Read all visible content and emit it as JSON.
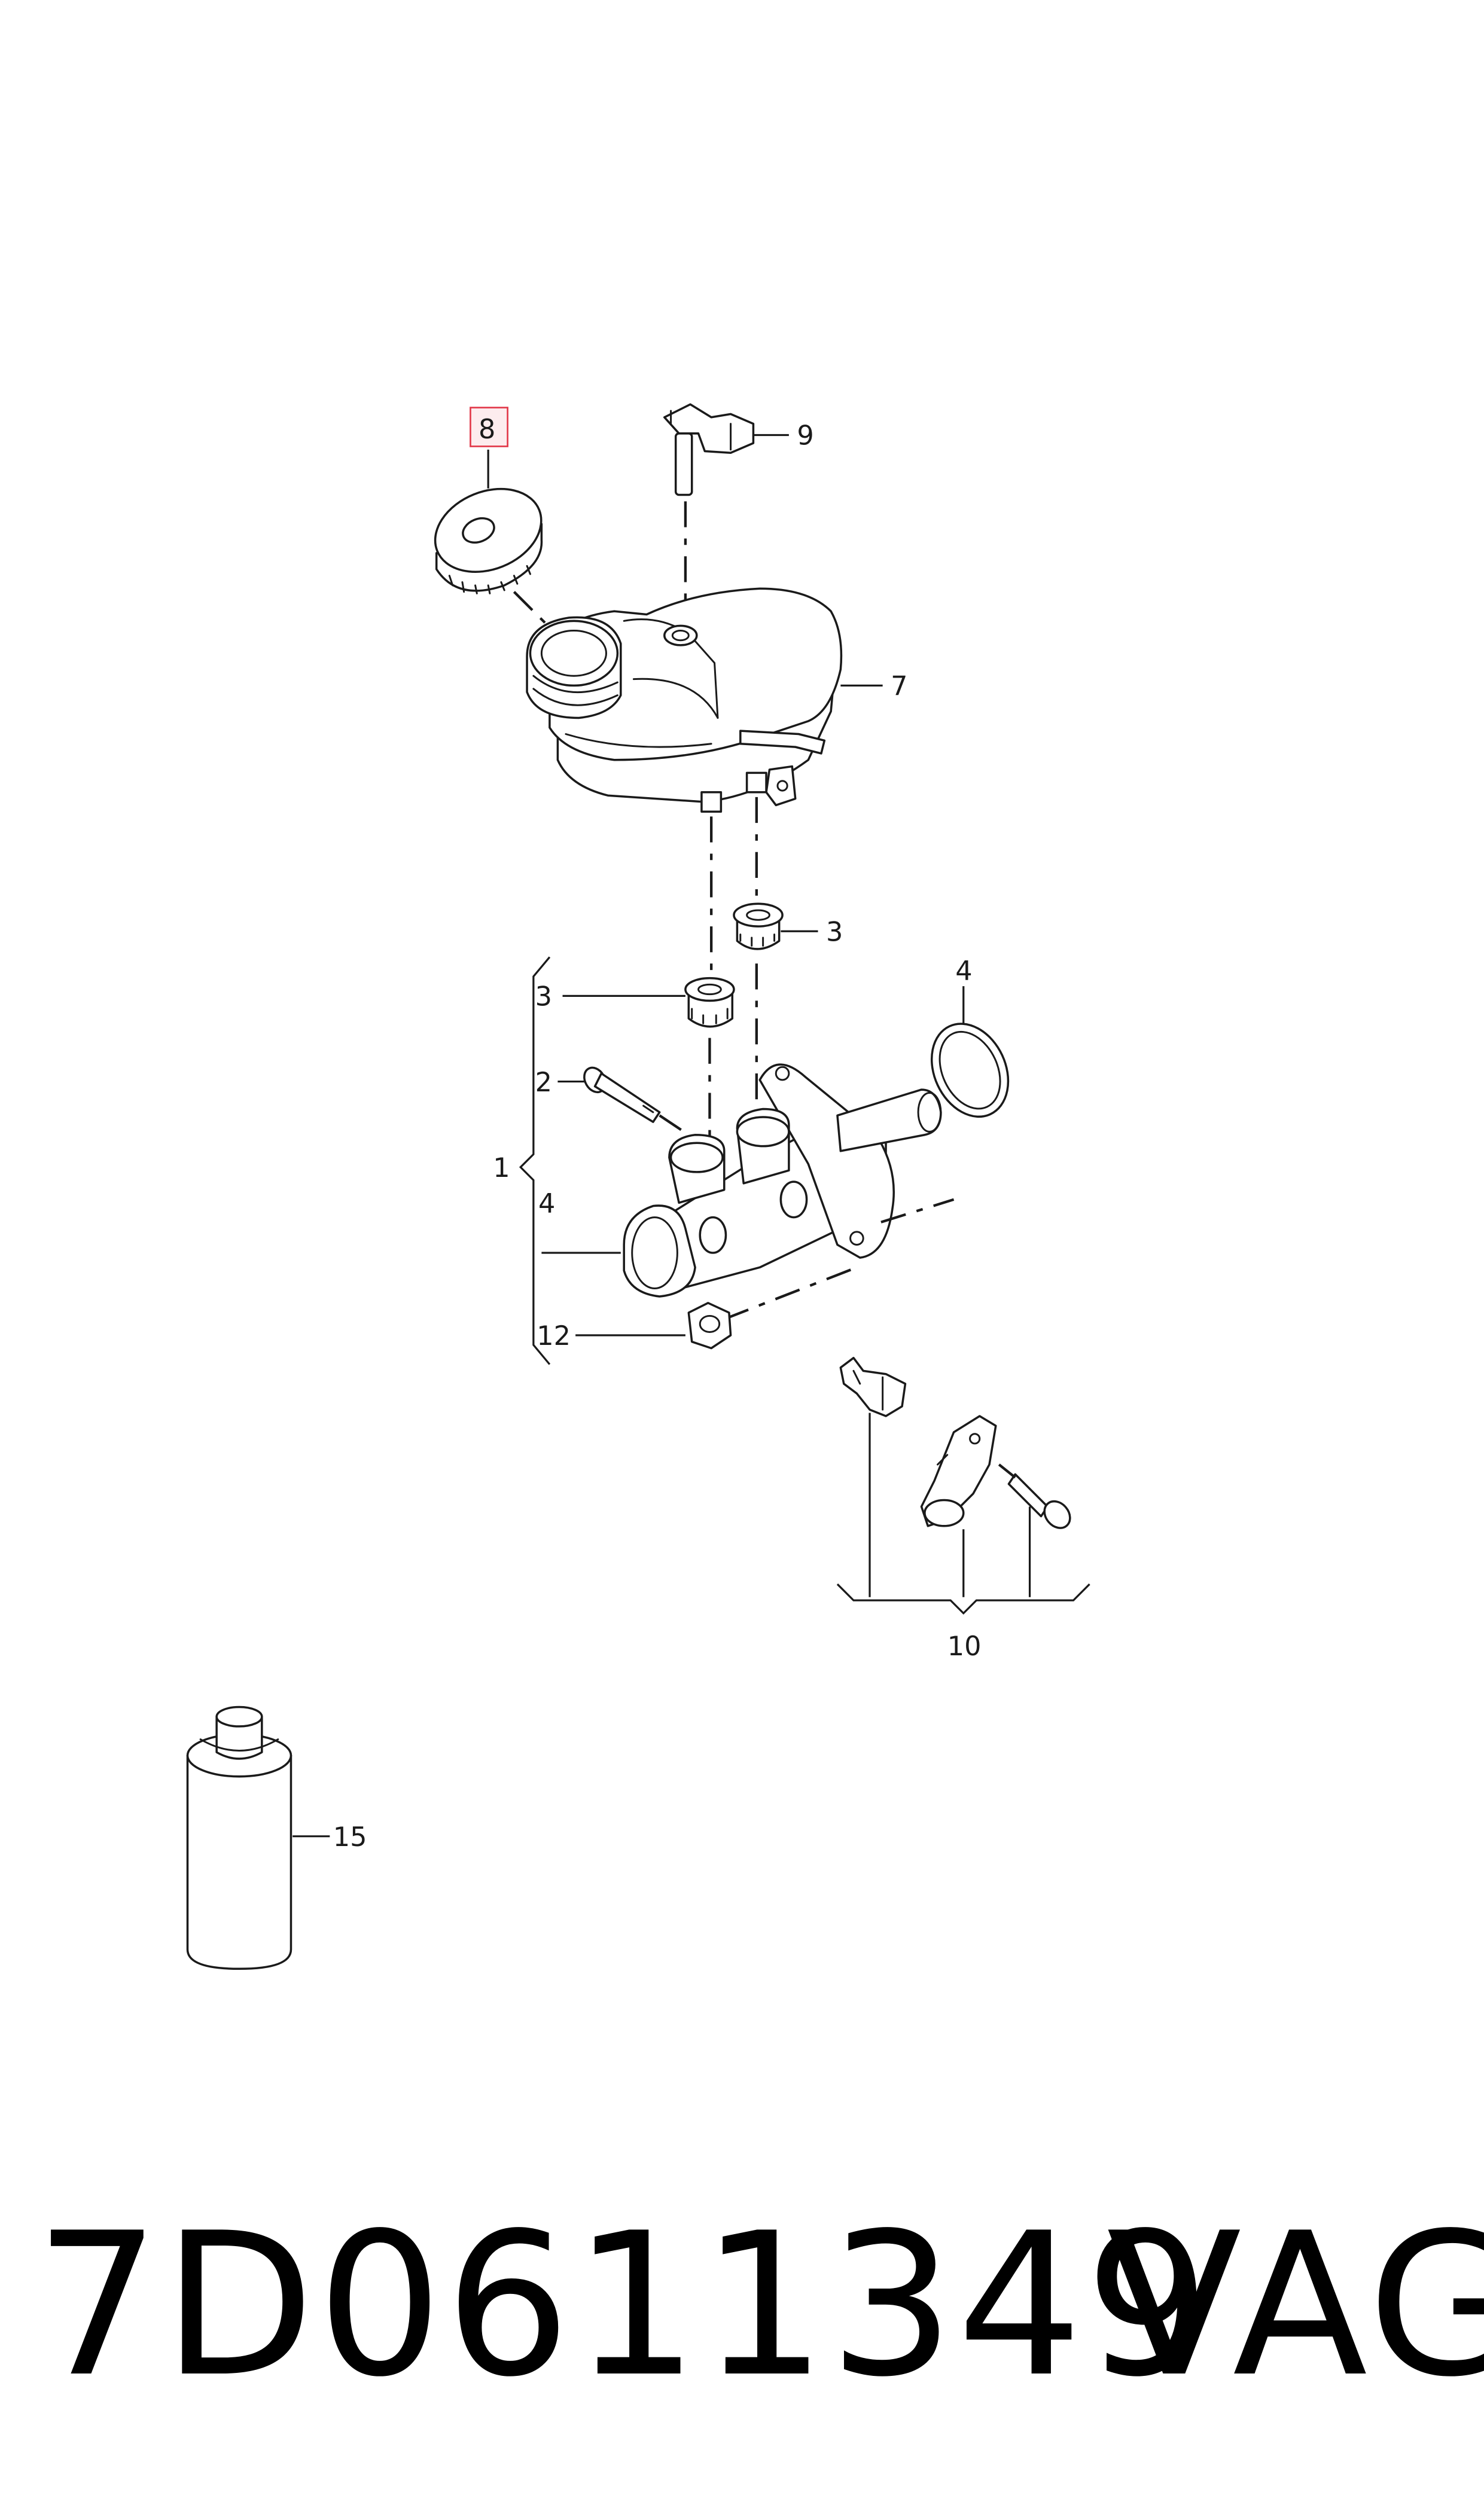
{
  "callouts": {
    "c1": "1",
    "c2": "2",
    "c3a": "3",
    "c3b": "3",
    "c4a": "4",
    "c4b": "4",
    "c7": "7",
    "c8": "8",
    "c9": "9",
    "c10": "10",
    "c12": "12",
    "c15": "15"
  },
  "highlighted_callout": "8",
  "highlight_color": "#e23a4b",
  "footer": {
    "part_number": "7D0611349",
    "brand": "VAG"
  }
}
